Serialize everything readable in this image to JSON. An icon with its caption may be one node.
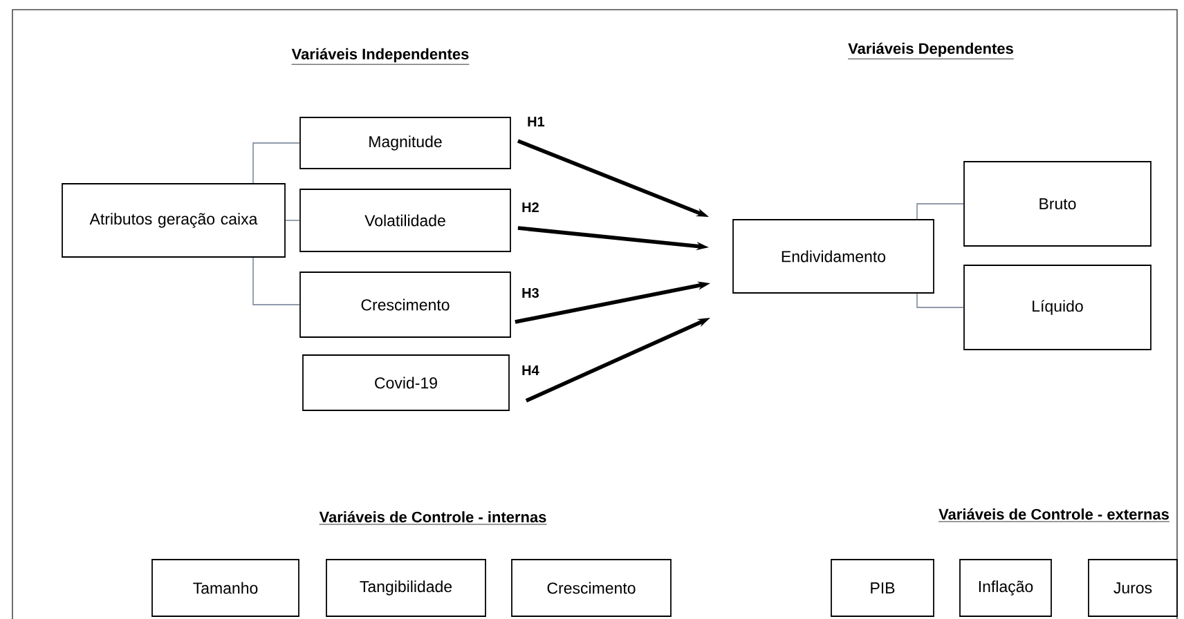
{
  "diagram": {
    "nodes": [
      {
        "text": [
          "Atributos geração caixa"
        ]
      },
      {
        "text": [
          "Magnitude"
        ]
      },
      {
        "text": [
          "Volatilidade"
        ]
      },
      {
        "text": [
          "Crescimento"
        ]
      },
      {
        "text": [
          "Covid-19"
        ]
      },
      {
        "text": [
          "Endividamento"
        ]
      },
      {
        "text": [
          "Bruto"
        ]
      },
      {
        "text": [
          "Líquido"
        ]
      },
      {
        "text": [
          "Tamanho"
        ]
      },
      {
        "text": [
          "Tangibilidade"
        ]
      },
      {
        "text": [
          "Crescimento"
        ]
      },
      {
        "text": [
          "PIB"
        ]
      },
      {
        "text": [
          "Inflação"
        ]
      },
      {
        "text": [
          "Juros"
        ]
      }
    ],
    "edges": [
      {
        "from": 0,
        "to": 1,
        "arrow": "none"
      },
      {
        "from": 0,
        "to": 2,
        "arrow": "none"
      },
      {
        "from": 0,
        "to": 3,
        "arrow": "none"
      },
      {
        "from": 1,
        "to": 5,
        "arrow": "to",
        "label": "H1",
        "style": "thick",
        "color": "#000000"
      },
      {
        "from": 2,
        "to": 5,
        "arrow": "to",
        "label": "H2",
        "style": "thick",
        "color": "#000000"
      },
      {
        "from": 3,
        "to": 5,
        "arrow": "to",
        "label": "H3",
        "style": "thick",
        "color": "#000000"
      },
      {
        "from": 4,
        "to": 5,
        "arrow": "to",
        "label": "H4",
        "style": "thick",
        "color": "#000000"
      },
      {
        "from": 5,
        "to": 6,
        "arrow": "none"
      },
      {
        "from": 5,
        "to": 7,
        "arrow": "none"
      }
    ],
    "labels": [
      "Variáveis Independentes",
      "Variáveis Dependentes",
      "Variáveis de Controle - internas",
      "Variáveis de Controle - externas"
    ]
  }
}
